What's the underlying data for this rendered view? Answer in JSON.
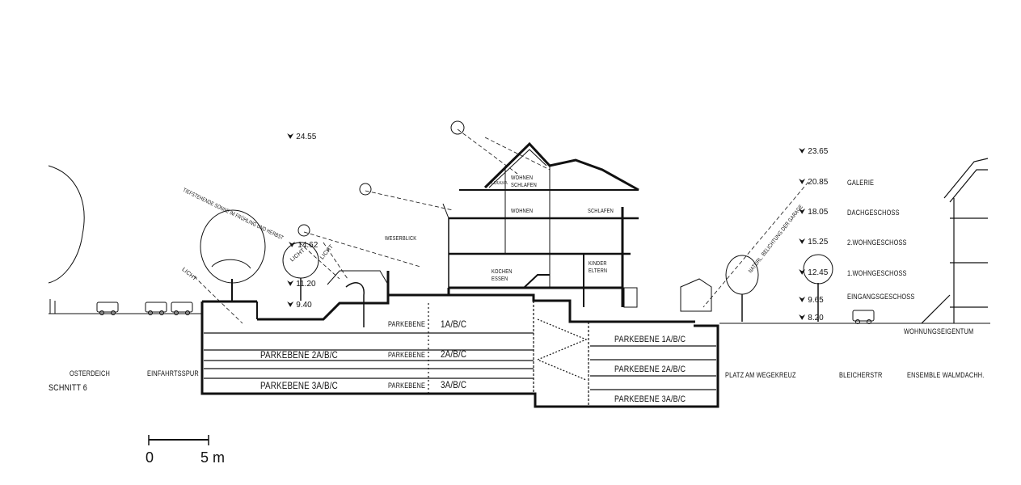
{
  "section_title": "SCHNITT 6",
  "sun_labels": {
    "diagonal_1": "TIEFSTEHENDE SONNE IM FRÜHLING UND HERBST",
    "licht_1": "LICHT",
    "licht_2": "LICHT",
    "licht_3": "LICHT",
    "weserblick": "WESERBLICK",
    "natural_light": "NATURL. BELICHTUNG DER GARAGE"
  },
  "left_levels": [
    "24.55",
    "14.62",
    "11.20",
    "9.40"
  ],
  "right_levels": [
    {
      "value": "23.65",
      "name": ""
    },
    {
      "value": "20.85",
      "name": "GALERIE"
    },
    {
      "value": "18.05",
      "name": "DACHGESCHOSS"
    },
    {
      "value": "15.25",
      "name": "2.WOHNGESCHOSS"
    },
    {
      "value": "12.45",
      "name": "1.WOHNGESCHOSS"
    },
    {
      "value": "9.65",
      "name": "EINGANGSGESCHOSS"
    },
    {
      "value": "8.20",
      "name": ""
    }
  ],
  "rooms": {
    "wohnen_schlafen": "WOHNEN SCHLAFEN",
    "loggia": "LOGGIA",
    "wohnen": "WOHNEN",
    "schlafen": "SCHLAFEN",
    "kochen_essen": "KOCHEN ESSEN",
    "kinder_eltern": "KINDER ELTERN"
  },
  "parking": {
    "left_1": "PARKEBENE",
    "left_1b": "1A/B/C",
    "left_2": "PARKEBENE 2A/B/C",
    "mid_2": "PARKEBENE",
    "mid_2b": "2A/B/C",
    "left_3": "PARKEBENE 3A/B/C",
    "mid_3": "PARKEBENE",
    "mid_3b": "3A/B/C",
    "right_1": "PARKEBENE 1A/B/C",
    "right_2": "PARKEBENE 2A/B/C",
    "right_3": "PARKEBENE 3A/B/C"
  },
  "ground_labels": {
    "osterdeich": "OSTERDEICH",
    "einfahrtsspur": "EINFAHRTSSPUR",
    "platz": "PLATZ AM WEGEKREUZ",
    "bleicherstr": "BLEICHERSTR",
    "ensemble": "ENSEMBLE WALMDACHH.",
    "wohnungseigentum": "WOHNUNGSEIGENTUM"
  },
  "scale_bar": {
    "start": "0",
    "end": "5 m"
  }
}
